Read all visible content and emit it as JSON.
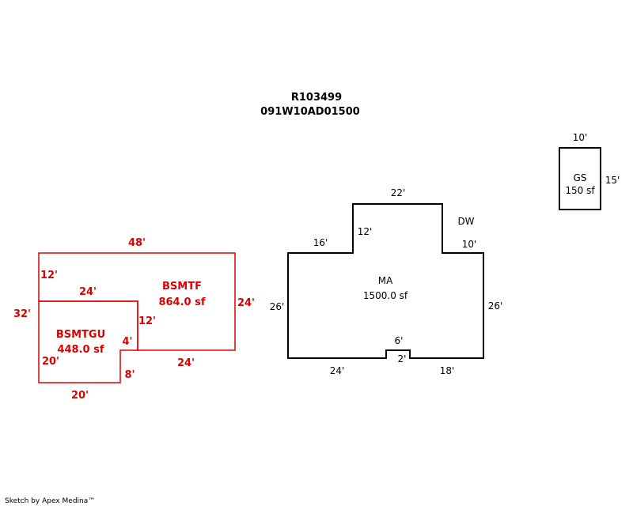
{
  "header": {
    "account": "R103499",
    "parcel": "091W10AD01500"
  },
  "garage": {
    "code": "GS",
    "area": "150 sf",
    "dim_top": "10'",
    "dim_right": "15'"
  },
  "main": {
    "code": "MA",
    "area": "1500.0 sf",
    "driveway_label": "DW",
    "dims": {
      "top": "22'",
      "left_notch_side": "12'",
      "left_step": "16'",
      "right_step": "10'",
      "left": "26'",
      "right": "26'",
      "bottom_left": "24'",
      "bottom_right": "18'",
      "bump_width": "6'",
      "bump_depth": "2'"
    }
  },
  "basement_finished": {
    "code": "BSMTF",
    "area": "864.0 sf",
    "dims": {
      "top": "48'",
      "left_upper": "12'",
      "right": "24'",
      "bottom": "24'"
    }
  },
  "basement_unfinished": {
    "code": "BSMTGU",
    "area": "448.0 sf",
    "dims": {
      "top": "24'",
      "overall_left": "32'",
      "left_lower": "20'",
      "inner_right": "12'",
      "step_small": "4'",
      "step_down": "8'",
      "bottom": "20'"
    }
  },
  "footer": {
    "credit": "Sketch by Apex Medina™"
  },
  "colors": {
    "main_outline": "#000000",
    "basement_outline": "#dd0000"
  }
}
